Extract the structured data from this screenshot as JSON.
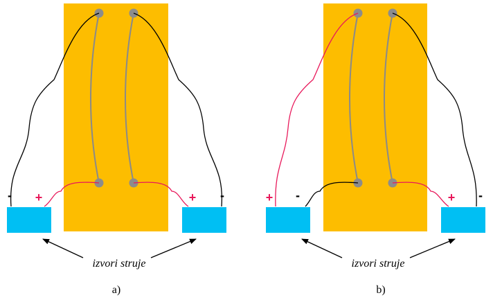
{
  "colors": {
    "plate": "#FDBD00",
    "source": "#00BFF3",
    "red_wire": "#E8185A",
    "black_wire": "#000000",
    "conductor": "#8A8A8A",
    "node": "#8C8C8C"
  },
  "panel_a": {
    "caption": "a)",
    "left_source": {
      "terminal_outer": "-",
      "terminal_inner": "+"
    },
    "right_source": {
      "terminal_inner": "+",
      "terminal_outer": "-"
    },
    "annotation": "izvori struje"
  },
  "panel_b": {
    "caption": "b)",
    "left_source": {
      "terminal_outer": "+",
      "terminal_inner": "-"
    },
    "right_source": {
      "terminal_inner": "+",
      "terminal_outer": "-"
    },
    "annotation": "izvori struje"
  }
}
